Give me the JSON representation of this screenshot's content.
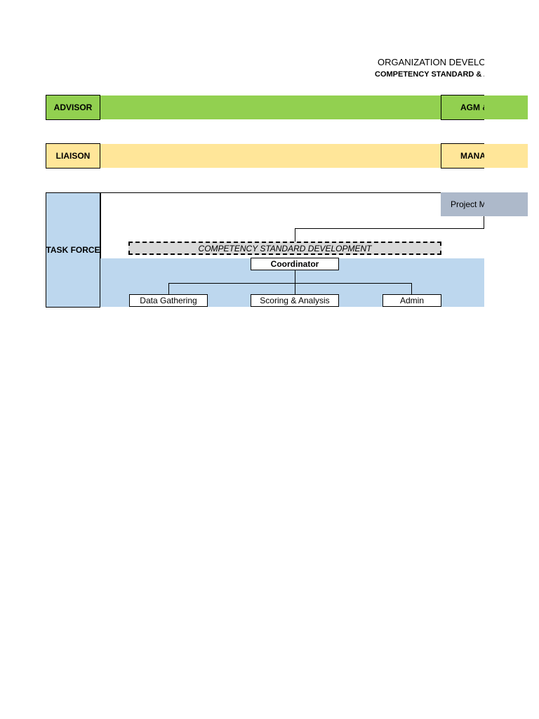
{
  "header": {
    "title": "ORGANIZATION DEVELOPMENT",
    "subtitle": "COMPETENCY STANDARD & ASSESSMENT"
  },
  "rows": {
    "advisor": {
      "label": "ADVISOR",
      "right_label": "AGM & DIRECTOR",
      "color": "#92D050"
    },
    "liaison": {
      "label": "LIAISON",
      "right_label": "MANAGER",
      "color": "#FFE699"
    },
    "task_force": {
      "label": "TASK FORCE",
      "right_label": "Project Manager",
      "color": "#BDD7EE",
      "right_color": "#ADB9CA"
    }
  },
  "org": {
    "group_title": "COMPETENCY STANDARD DEVELOPMENT",
    "coordinator": "Coordinator",
    "teams": [
      "Data Gathering",
      "Scoring & Analysis",
      "Admin"
    ]
  }
}
